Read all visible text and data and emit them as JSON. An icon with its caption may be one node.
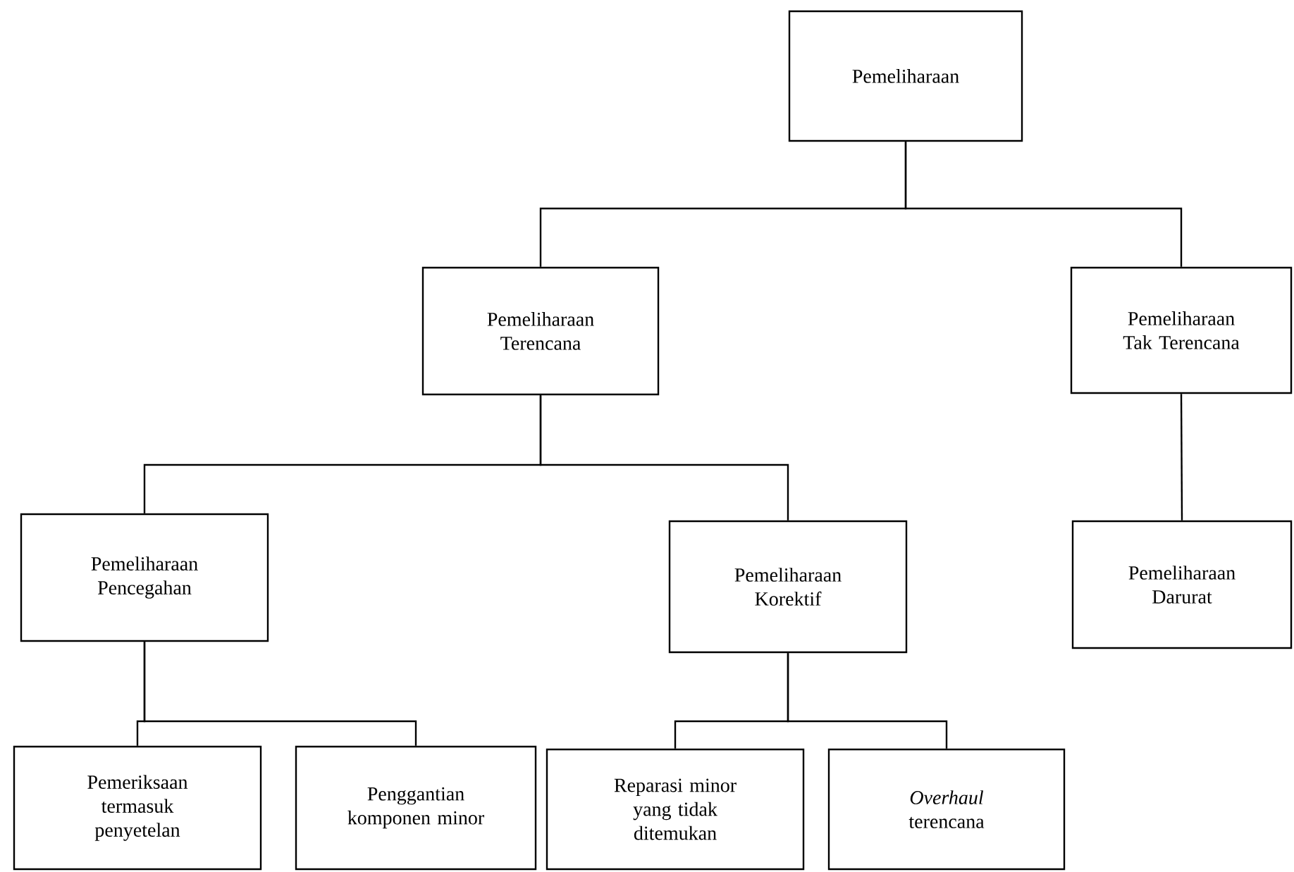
{
  "diagram": {
    "nodes": [
      {
        "text": [
          "Pemeliharaan"
        ]
      },
      {
        "text": [
          "Pemeliharaan Terencana"
        ]
      },
      {
        "text": [
          "Pemeliharaan Tak Terencana"
        ]
      },
      {
        "text": [
          "Pemeliharaan Pencegahan"
        ]
      },
      {
        "text": [
          "Pemeliharaan Korektif"
        ]
      },
      {
        "text": [
          "Pemeliharaan Darurat"
        ]
      },
      {
        "text": [
          "Pemeriksaan termasuk penyetelan"
        ]
      },
      {
        "text": [
          "Penggantian komponen minor"
        ]
      },
      {
        "text": [
          "Reparasi minor yang tidak ditemukan"
        ]
      },
      {
        "text": [
          "*Overhaul* terencana"
        ]
      }
    ],
    "edges": [
      {
        "from": 0,
        "to": 1,
        "arrow": "none"
      },
      {
        "from": 0,
        "to": 2,
        "arrow": "none"
      },
      {
        "from": 1,
        "to": 3,
        "arrow": "none"
      },
      {
        "from": 1,
        "to": 4,
        "arrow": "none"
      },
      {
        "from": 2,
        "to": 5,
        "arrow": "none"
      },
      {
        "from": 3,
        "to": 6,
        "arrow": "none"
      },
      {
        "from": 3,
        "to": 7,
        "arrow": "none"
      },
      {
        "from": 4,
        "to": 8,
        "arrow": "none"
      },
      {
        "from": 4,
        "to": 9,
        "arrow": "none"
      }
    ]
  }
}
